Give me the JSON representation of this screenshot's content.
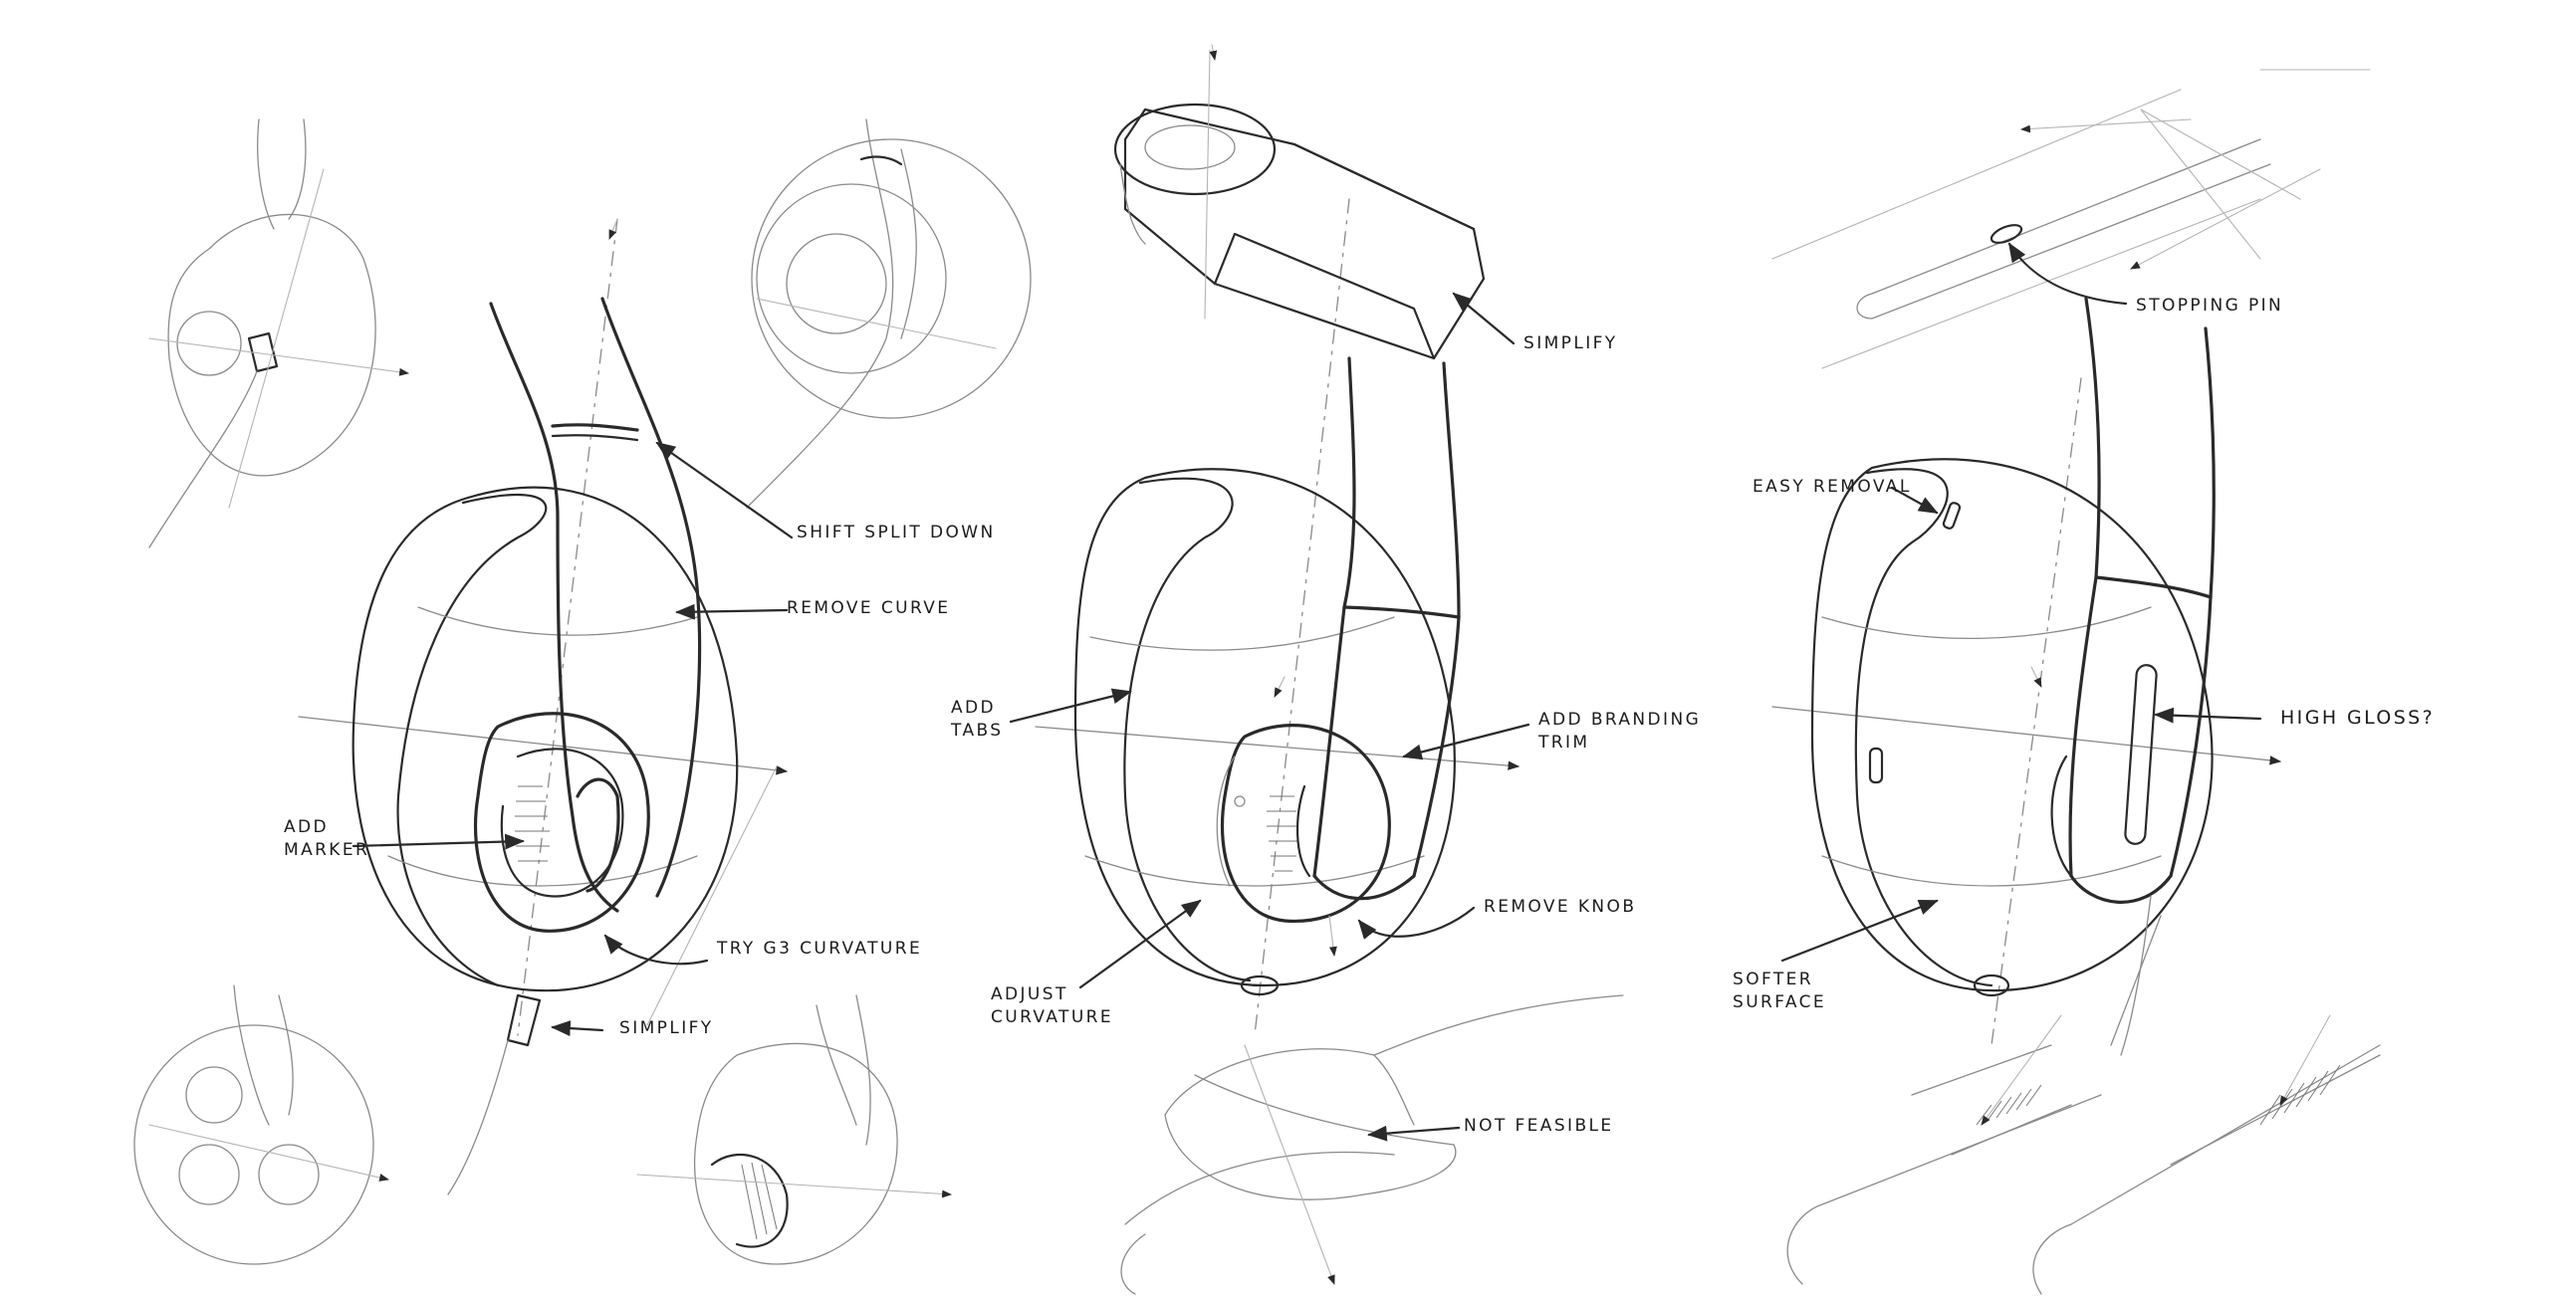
{
  "annotations": {
    "shift_split_down": "SHIFT  SPLIT  DOWN",
    "remove_curve": "REMOVE  CURVE",
    "add_marker_line1": "ADD",
    "add_marker_line2": "MARKER",
    "try_g3_curvature": "TRY  G3  CURVATURE",
    "simplify_left": "SIMPLIFY",
    "simplify_middle": "SIMPLIFY",
    "add_tabs_line1": "ADD",
    "add_tabs_line2": "TABS",
    "add_branding_trim_line1": "ADD  BRANDING",
    "add_branding_trim_line2": "TRIM",
    "remove_knob": "REMOVE  KNOB",
    "adjust_curvature_line1": "ADJUST",
    "adjust_curvature_line2": "CURVATURE",
    "not_feasible": "NOT  FEASIBLE",
    "stopping_pin": "STOPPING   PIN",
    "easy_removal": "EASY  REMOVAL",
    "high_gloss": "HIGH  GLOSS?",
    "softer_surface_line1": "SOFTER",
    "softer_surface_line2": "SURFACE"
  },
  "colors": {
    "ink": "#2a2a2a",
    "paper": "#ffffff",
    "construction": "#8a8a8a"
  }
}
